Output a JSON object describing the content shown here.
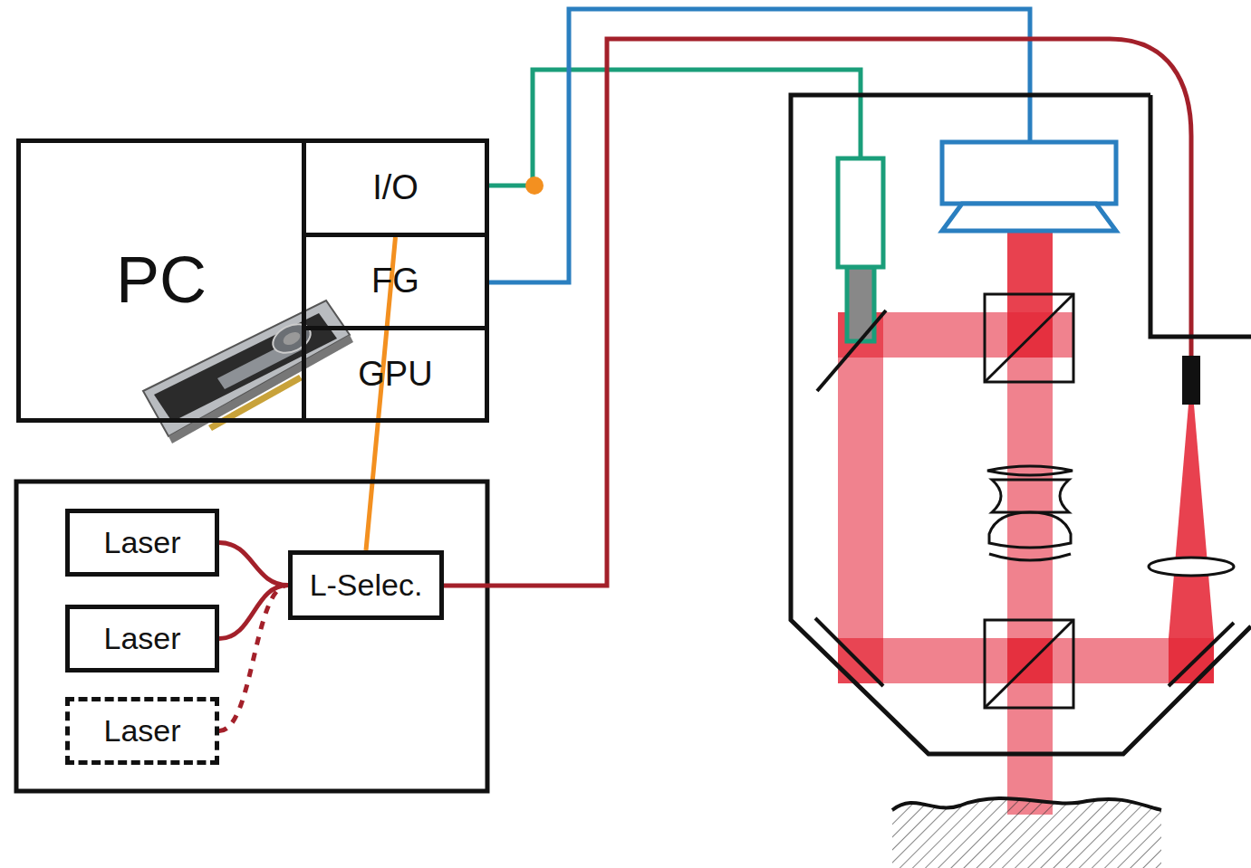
{
  "diagram": {
    "nodes": [
      {
        "text": [
          "PC"
        ]
      },
      {
        "text": [
          "I/O"
        ],
        "in": 0
      },
      {
        "text": [
          "FG"
        ],
        "in": 0
      },
      {
        "text": [
          "GPU"
        ],
        "in": 0
      },
      {
        "text": [
          "Laser"
        ]
      },
      {
        "text": [
          "Laser"
        ]
      },
      {
        "text": [
          "Laser"
        ]
      },
      {
        "text": [
          "L-Selec."
        ]
      }
    ],
    "edges": [
      {
        "from": 4,
        "to": 7,
        "arrow": "none"
      },
      {
        "from": 5,
        "to": 7,
        "arrow": "none"
      },
      {
        "from": 6,
        "to": 7,
        "arrow": "none"
      },
      {
        "from": 1,
        "to": 7,
        "arrow": "none"
      }
    ]
  }
}
